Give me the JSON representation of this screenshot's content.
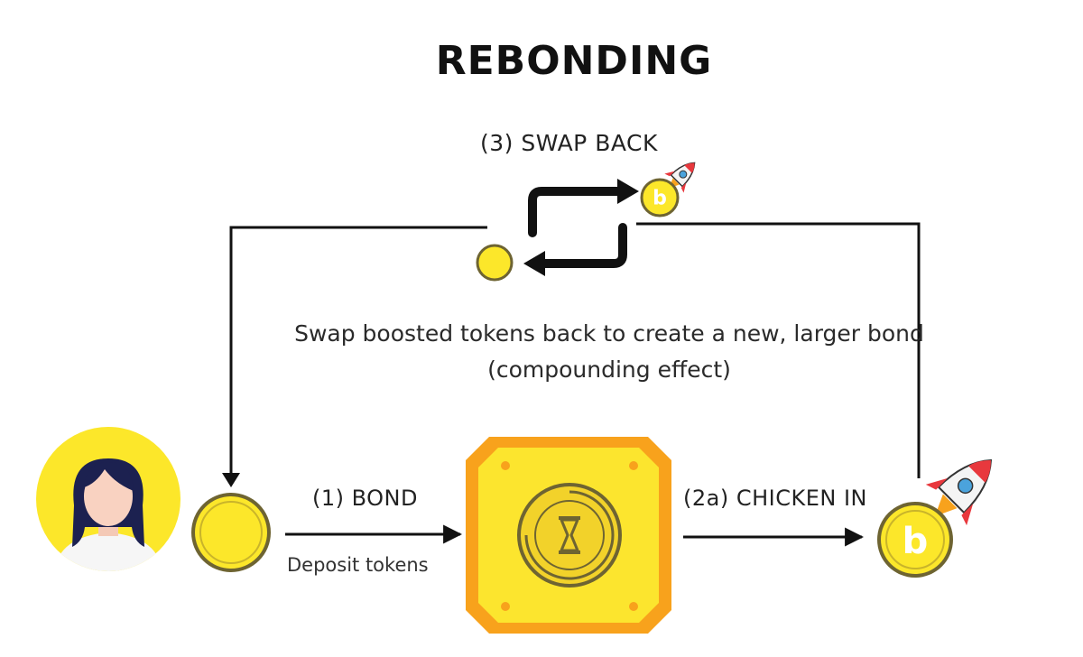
{
  "diagram": {
    "title": "REBONDING",
    "swap_back": {
      "label": "(3) SWAP BACK",
      "description": "Swap boosted tokens back to create a new, larger bond (compounding effect)"
    },
    "bond": {
      "label": "(1) BOND",
      "sublabel": "Deposit tokens"
    },
    "chicken_in": {
      "label": "(2a) CHICKEN IN"
    },
    "boosted_token_letter": "b",
    "colors": {
      "coin_fill": "#FCE72A",
      "coin_outline": "#6E6432",
      "avatar_bg": "#FCE72A",
      "vault_outer": "#F8A21C",
      "vault_inner": "#FCE52E",
      "arrow": "#111111",
      "rocket_red": "#E8383D",
      "rocket_blue": "#4BA3DC"
    }
  }
}
